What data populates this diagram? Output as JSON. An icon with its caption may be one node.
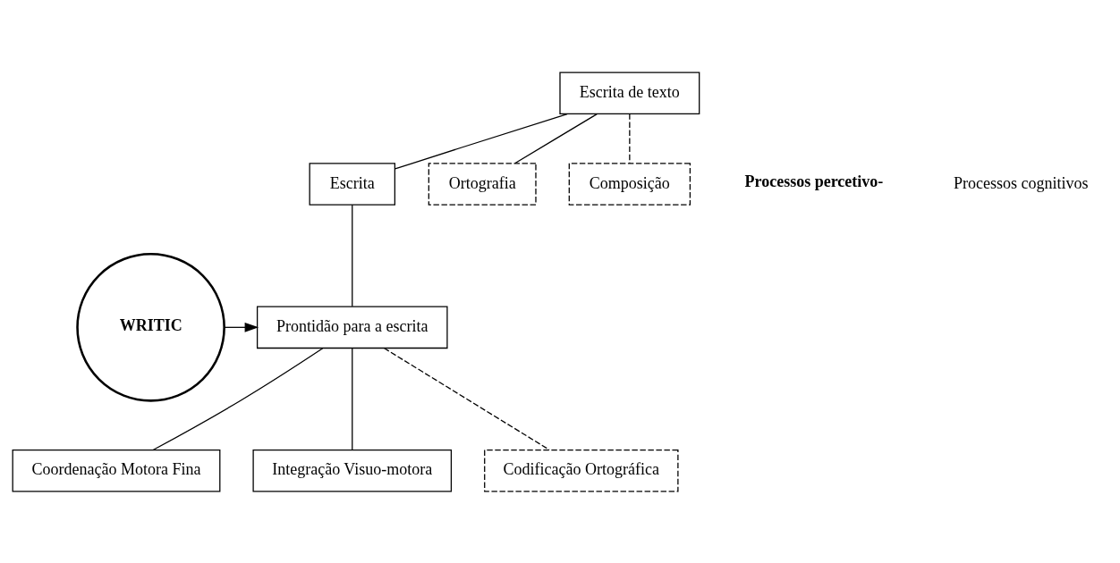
{
  "diagram": {
    "nodes": [
      {
        "text": [
          "Escrita de texto"
        ]
      },
      {
        "text": [
          "Escrita"
        ]
      },
      {
        "text": [
          "Ortografia"
        ]
      },
      {
        "text": [
          "Composição"
        ]
      },
      {
        "text": [
          "WRITIC"
        ]
      },
      {
        "text": [
          "Prontidão para a escrita"
        ]
      },
      {
        "text": [
          "Coordenação Motora Fina"
        ]
      },
      {
        "text": [
          "Integração Visuo-motora"
        ]
      },
      {
        "text": [
          "Codificação Ortográfica"
        ]
      }
    ],
    "edges": [
      {
        "from": 0,
        "to": 1,
        "arrow": "none"
      },
      {
        "from": 0,
        "to": 2,
        "arrow": "none"
      },
      {
        "from": 0,
        "to": 3,
        "arrow": "none",
        "style": "dashed"
      },
      {
        "from": 1,
        "to": 5,
        "arrow": "none"
      },
      {
        "from": 4,
        "to": 5,
        "arrow": "to"
      },
      {
        "from": 5,
        "to": 6,
        "arrow": "none"
      },
      {
        "from": 5,
        "to": 7,
        "arrow": "none"
      },
      {
        "from": 5,
        "to": 8,
        "arrow": "none",
        "style": "dashed"
      }
    ],
    "labels": [
      "Processos percetivo-",
      "Processos cognitivos"
    ]
  }
}
